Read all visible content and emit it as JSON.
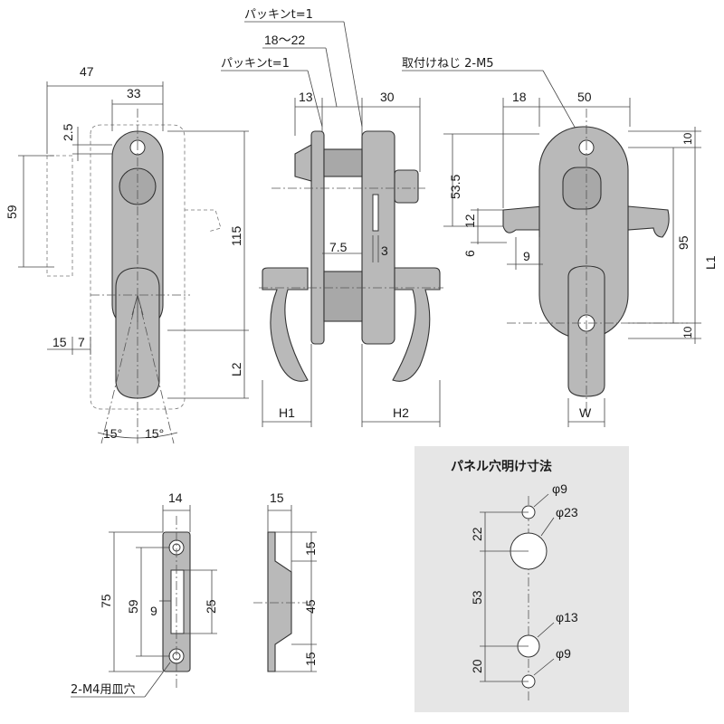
{
  "colors": {
    "part_fill": "#b9b9b9",
    "panel_bg": "#e6e6e6",
    "line": "#222222"
  },
  "labels": {
    "packing_top": "パッキンt=1",
    "range_18_22": "18～22",
    "packing_mid": "パッキンt=1",
    "mount_screw": "取付けねじ 2-M5",
    "m4_hole": "2-M4用皿穴",
    "panel_title": "パネル穴明け寸法"
  },
  "front_view": {
    "d47": "47",
    "d33": "33",
    "d2_5": "2.5",
    "d59": "59",
    "d115": "115",
    "d15": "15",
    "d7": "7",
    "dL2": "L2",
    "a15l": "15°",
    "a15r": "15°"
  },
  "side_view": {
    "d13": "13",
    "d30": "30",
    "d7_5": "7.5",
    "d3": "3",
    "dH1": "H1",
    "dH2": "H2"
  },
  "back_view": {
    "d18": "18",
    "d50": "50",
    "d53_5": "53.5",
    "d12": "12",
    "d6": "6",
    "d9": "9",
    "d10a": "10",
    "d95": "95",
    "dL1": "L1",
    "d10b": "10",
    "dW": "W"
  },
  "strike_front": {
    "d14": "14",
    "d75": "75",
    "d59": "59",
    "d9": "9",
    "d25": "25"
  },
  "strike_side": {
    "d15a": "15",
    "d15b": "15",
    "d45": "45",
    "d15c": "15"
  },
  "panel": {
    "phi9a": "φ9",
    "phi23": "φ23",
    "d22": "22",
    "d53": "53",
    "phi13": "φ13",
    "d20": "20",
    "phi9b": "φ9"
  }
}
